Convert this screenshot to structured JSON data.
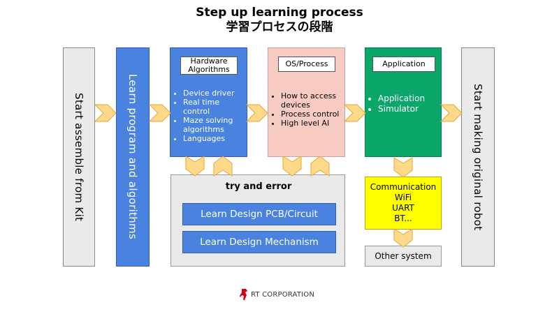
{
  "title": {
    "line1": "Step up learning process",
    "line2": "学習プロセスの段階"
  },
  "columns": {
    "kit": "Start assemble from Kit",
    "learn": "Learn program and algorithms",
    "original": "Start making original robot"
  },
  "hardware": {
    "header": "Hardware Algorithms",
    "items": [
      "Device driver",
      "Real time control",
      "Maze solving algorithms",
      "Languages"
    ]
  },
  "os": {
    "header": "OS/Process",
    "items": [
      "How to access devices",
      "Process control",
      "High level AI"
    ]
  },
  "application": {
    "header": "Application",
    "items": [
      "Application",
      "Simulator"
    ]
  },
  "try_error": {
    "title": "try and error",
    "pcb": "Learn Design PCB/Circuit",
    "mechanism": "Learn Design Mechanism"
  },
  "communication": {
    "lines": [
      "Communication",
      "WiFi",
      "UART",
      "BT..."
    ]
  },
  "other_system": "Other system",
  "logo_text": "RT CORPORATION",
  "colors": {
    "blue": "#4a82e0",
    "pink": "#f8cbc2",
    "green": "#0aa66a",
    "yellow": "#ffff00",
    "arrow": "#ffd98a",
    "gray": "#eaeaea",
    "logo_red": "#d0021b"
  }
}
